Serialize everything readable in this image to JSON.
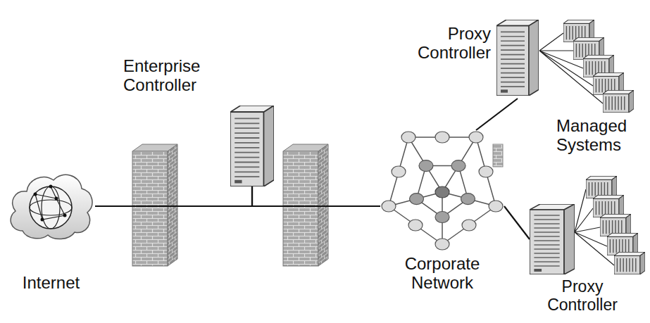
{
  "diagram": {
    "nodes": [
      {
        "text": [
          "Internet"
        ]
      },
      {
        "text": [
          "Enterprise Controller"
        ]
      },
      {
        "text": [
          "Proxy Controller"
        ]
      },
      {
        "text": [
          "Corporate Network"
        ]
      },
      {
        "text": [
          "Proxy Controller"
        ]
      }
    ],
    "edges": [
      {
        "from": 0,
        "to": 1,
        "arrow": "none"
      },
      {
        "from": 1,
        "to": 3,
        "arrow": "none"
      },
      {
        "from": 3,
        "to": 2,
        "arrow": "none"
      },
      {
        "from": 3,
        "to": 4,
        "arrow": "none"
      }
    ],
    "labels": [
      "Managed Systems"
    ]
  }
}
